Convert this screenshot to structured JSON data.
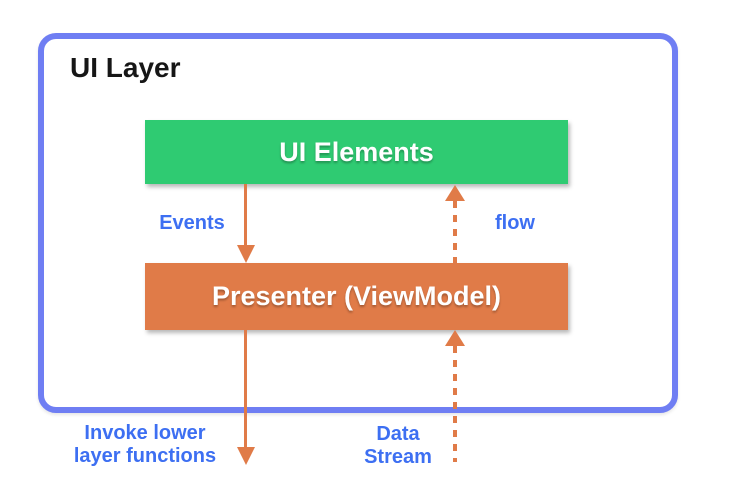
{
  "colors": {
    "border_blue": "#6F7EF3",
    "label_blue": "#3D6FF2",
    "green": "#2FCB72",
    "orange": "#E07B48",
    "title_black": "#161616",
    "box_text": "#FFFFFF"
  },
  "diagram": {
    "title": "UI Layer",
    "boxes": [
      {
        "id": "ui-elements",
        "label": "UI Elements"
      },
      {
        "id": "presenter",
        "label": "Presenter (ViewModel)"
      }
    ],
    "arrows": [
      {
        "id": "events",
        "label": "Events",
        "style": "solid",
        "direction": "down"
      },
      {
        "id": "flow",
        "label": "flow",
        "style": "dashed",
        "direction": "up"
      },
      {
        "id": "invoke-lower",
        "label": "Invoke lower\nlayer functions",
        "style": "solid",
        "direction": "down"
      },
      {
        "id": "data-stream",
        "label": "Data\nStream",
        "style": "dashed",
        "direction": "up"
      }
    ]
  }
}
